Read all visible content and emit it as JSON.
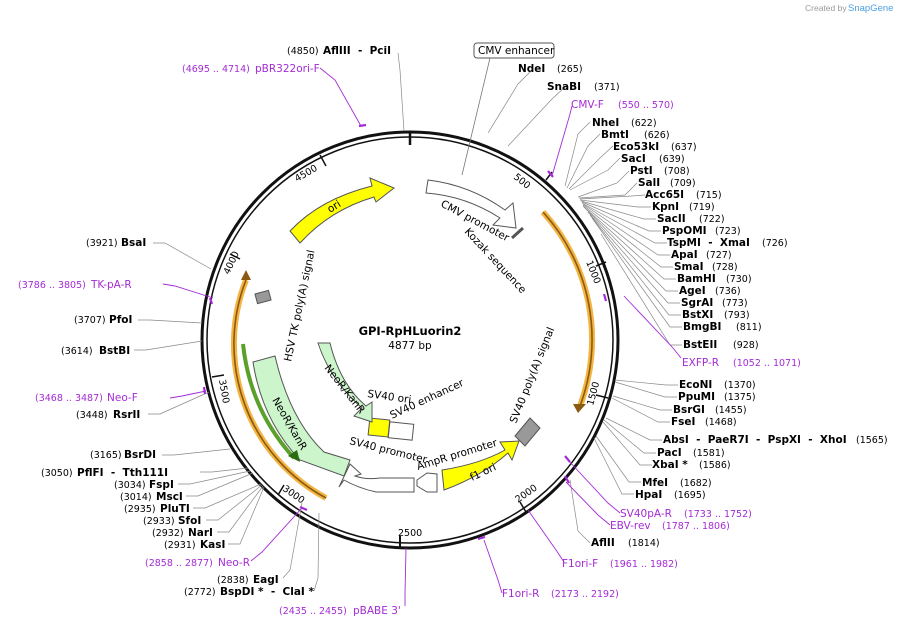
{
  "plasmid": {
    "name": "GPI-RpHLuorin2",
    "length_label": "4877 bp"
  },
  "credit": {
    "prefix": "Created by",
    "brand": "SnapGene"
  },
  "ticks": [
    "500",
    "1000",
    "1500",
    "2000",
    "2500",
    "3000",
    "3500",
    "4000",
    "4500"
  ],
  "features": {
    "cmv_enhancer": "CMV enhancer",
    "cmv_promoter": "CMV promoter",
    "kozak": "Kozak sequence",
    "sv40_polya": "SV40 poly(A) signal",
    "f1_ori": "f1 ori",
    "ampr_promoter": "AmpR promoter",
    "sv40_promoter": "SV40 promoter",
    "sv40_enhancer": "SV40 enhancer",
    "sv40_ori": "SV40 ori",
    "neor_inner": "NeoR/KanR",
    "neor_outer": "NeoR/KanR",
    "hsv_tk": "HSV TK poly(A) signal",
    "ori": "ori"
  },
  "sites_right": [
    {
      "name": "NdeI",
      "pos": "(265)"
    },
    {
      "name": "SnaBI",
      "pos": "(371)"
    },
    {
      "name": "NheI",
      "pos": "(622)"
    },
    {
      "name": "BmtI",
      "pos": "(626)"
    },
    {
      "name": "Eco53kI",
      "pos": "(637)"
    },
    {
      "name": "SacI",
      "pos": "(639)"
    },
    {
      "name": "PstI",
      "pos": "(708)"
    },
    {
      "name": "SalI",
      "pos": "(709)"
    },
    {
      "name": "Acc65I",
      "pos": "(715)"
    },
    {
      "name": "KpnI",
      "pos": "(719)"
    },
    {
      "name": "SacII",
      "pos": "(722)"
    },
    {
      "name": "PspOMI",
      "pos": "(723)"
    },
    {
      "name": "TspMI  -  XmaI",
      "pos": "(726)"
    },
    {
      "name": "ApaI",
      "pos": "(727)"
    },
    {
      "name": "SmaI",
      "pos": "(728)"
    },
    {
      "name": "BamHI",
      "pos": "(730)"
    },
    {
      "name": "AgeI",
      "pos": "(736)"
    },
    {
      "name": "SgrAI",
      "pos": "(773)"
    },
    {
      "name": "BstXI",
      "pos": "(793)"
    },
    {
      "name": "BmgBI",
      "pos": "(811)"
    },
    {
      "name": "BstEII",
      "pos": "(928)"
    },
    {
      "name": "EcoNI",
      "pos": "(1370)"
    },
    {
      "name": "PpuMI",
      "pos": "(1375)"
    },
    {
      "name": "BsrGI",
      "pos": "(1455)"
    },
    {
      "name": "FseI",
      "pos": "(1468)"
    },
    {
      "name": "AbsI  -  PaeR7I  -  PspXI  -  XhoI",
      "pos": "(1565)"
    },
    {
      "name": "PacI",
      "pos": "(1581)"
    },
    {
      "name": "XbaI *",
      "pos": "(1586)"
    },
    {
      "name": "MfeI",
      "pos": "(1682)"
    },
    {
      "name": "HpaI",
      "pos": "(1695)"
    },
    {
      "name": "AflII",
      "pos": "(1814)"
    }
  ],
  "sites_left": [
    {
      "name": "AflIII  -  PciI",
      "pos": "(4850)"
    },
    {
      "name": "BsaI",
      "pos": "(3921)"
    },
    {
      "name": "PfoI",
      "pos": "(3707)"
    },
    {
      "name": "BstBI",
      "pos": "(3614)"
    },
    {
      "name": "RsrII",
      "pos": "(3448)"
    },
    {
      "name": "BsrDI",
      "pos": "(3165)"
    },
    {
      "name": "PflFI  -  Tth111I",
      "pos": "(3050)"
    },
    {
      "name": "FspI",
      "pos": "(3034)"
    },
    {
      "name": "MscI",
      "pos": "(3014)"
    },
    {
      "name": "PluTI",
      "pos": "(2935)"
    },
    {
      "name": "SfoI",
      "pos": "(2933)"
    },
    {
      "name": "NarI",
      "pos": "(2932)"
    },
    {
      "name": "KasI",
      "pos": "(2931)"
    },
    {
      "name": "EagI",
      "pos": "(2838)"
    },
    {
      "name": "BspDI *  -  ClaI *",
      "pos": "(2772)"
    }
  ],
  "primers": [
    {
      "name": "CMV-F",
      "range": "(550 .. 570)"
    },
    {
      "name": "EXFP-R",
      "range": "(1052 .. 1071)"
    },
    {
      "name": "SV40pA-R",
      "range": "(1733 .. 1752)"
    },
    {
      "name": "EBV-rev",
      "range": "(1787 .. 1806)"
    },
    {
      "name": "F1ori-F",
      "range": "(1961 .. 1982)"
    },
    {
      "name": "F1ori-R",
      "range": "(2173 .. 2192)"
    },
    {
      "name": "pBABE 3'",
      "range": "(2435 .. 2455)"
    },
    {
      "name": "Neo-R",
      "range": "(2858 .. 2877)"
    },
    {
      "name": "Neo-F",
      "range": "(3468 .. 3487)"
    },
    {
      "name": "TK-pA-R",
      "range": "(3786 .. 3805)"
    },
    {
      "name": "pBR322ori-F",
      "range": "(4695 .. 4714)"
    }
  ],
  "colors": {
    "backbone": "#111111",
    "primer": "#a42bd6",
    "orf_orange": "#f3b443",
    "ori_yellow": "#ffff00",
    "neo_green": "#ccf5cc",
    "neo_dark_green": "#5aa02a",
    "polya_gray": "#999999"
  }
}
